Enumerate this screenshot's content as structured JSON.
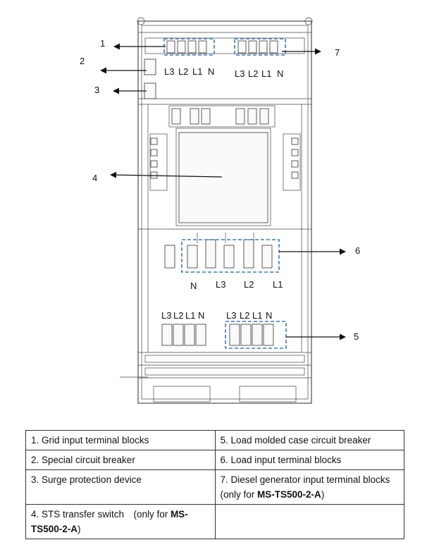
{
  "callouts": [
    "1",
    "2",
    "3",
    "4",
    "5",
    "6",
    "7"
  ],
  "phase_labels": {
    "grid_input": [
      "L3",
      "L2",
      "L1",
      "N"
    ],
    "diesel_input": [
      "L3",
      "L2",
      "L1",
      "N"
    ],
    "load_input": [
      "N",
      "L3",
      "L2",
      "L1"
    ],
    "sts_output": [
      "L3",
      "L2",
      "L1",
      "N"
    ],
    "load_breaker": [
      "L3",
      "L2",
      "L1",
      "N"
    ]
  },
  "legend": {
    "r1c1": "1. Grid input terminal blocks",
    "r1c2": "5. Load molded case circuit breaker",
    "r2c1": "2. Special circuit breaker",
    "r2c2": "6. Load input terminal blocks",
    "r3c1": "3. Surge protection device",
    "r3c2_text": "7. Diesel generator input terminal blocks　(only for ",
    "r3c2_model": "MS-TS500-2-A",
    "r3c2_close": ")",
    "r4c1_text": "4. STS transfer switch　(only for ",
    "r4c1_model": "MS-TS500-2-A",
    "r4c1_close": ")",
    "r4c2": ""
  }
}
